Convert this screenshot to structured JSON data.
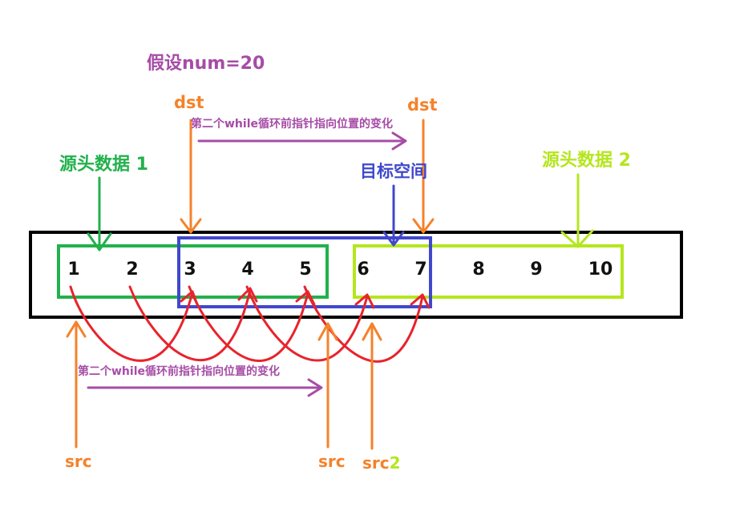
{
  "assume_label": "假设num=20",
  "dst_label_1": "dst",
  "dst_label_2": "dst",
  "top_move_caption": "第二个while循环前指针指向位置的变化",
  "bottom_move_caption": "第二个while循环前指针指向位置的变化",
  "source_data_1": "源头数据 1",
  "source_data_2": "源头数据 2",
  "target_space": "目标空间",
  "src_label_1": "src",
  "src_label_2": "src",
  "src_label_3": "src",
  "src_label_3_suffix": "2",
  "array_values": [
    "1",
    "2",
    "3",
    "4",
    "5",
    "6",
    "7",
    "8",
    "9",
    "10"
  ],
  "colors": {
    "purple": "#a64ca6",
    "orange": "#f5822a",
    "green": "#22b14c",
    "lime": "#b5e61d",
    "blue": "#3f48cc",
    "red": "#e8232c",
    "black": "#000000"
  }
}
